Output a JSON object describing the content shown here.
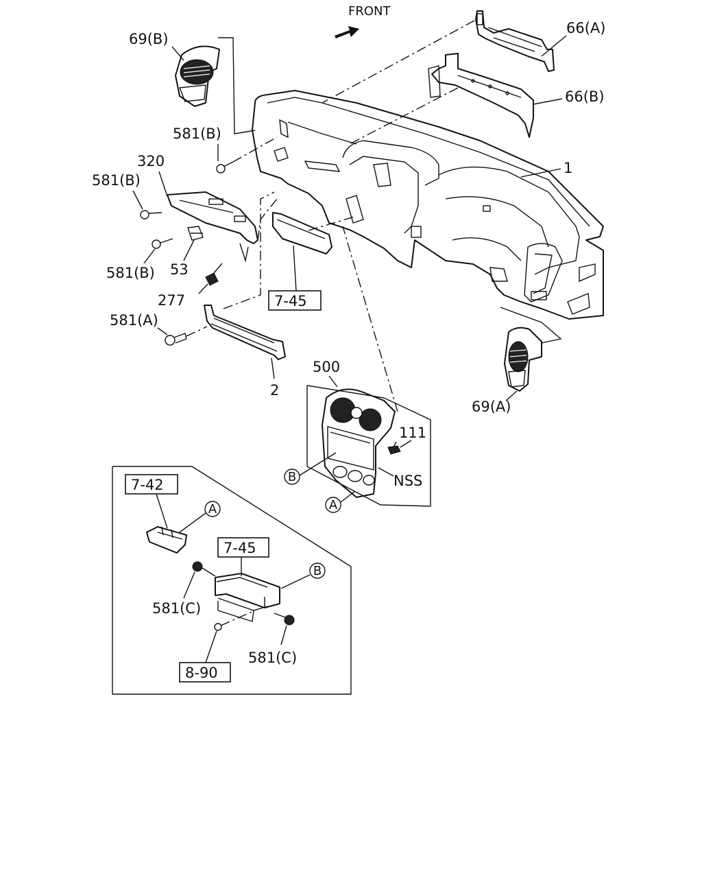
{
  "front_label": "FRONT",
  "labels": {
    "p69b": "69(B)",
    "p66a": "66(A)",
    "p66b": "66(B)",
    "p581b_top": "581(B)",
    "p320": "320",
    "p581b_left": "581(B)",
    "p1": "1",
    "p53": "53",
    "p581b_low": "581(B)",
    "p277": "277",
    "ref745_main": "7-45",
    "p581a": "581(A)",
    "p2": "2",
    "p500": "500",
    "p69a": "69(A)",
    "p111": "111",
    "nss": "NSS",
    "ref742": "7-42",
    "ref745_inset": "7-45",
    "p581c_left": "581(C)",
    "p581c_right": "581(C)",
    "ref890": "8-90"
  },
  "callouts": {
    "a1": "A",
    "a2": "A",
    "b1": "B",
    "b2": "B"
  }
}
